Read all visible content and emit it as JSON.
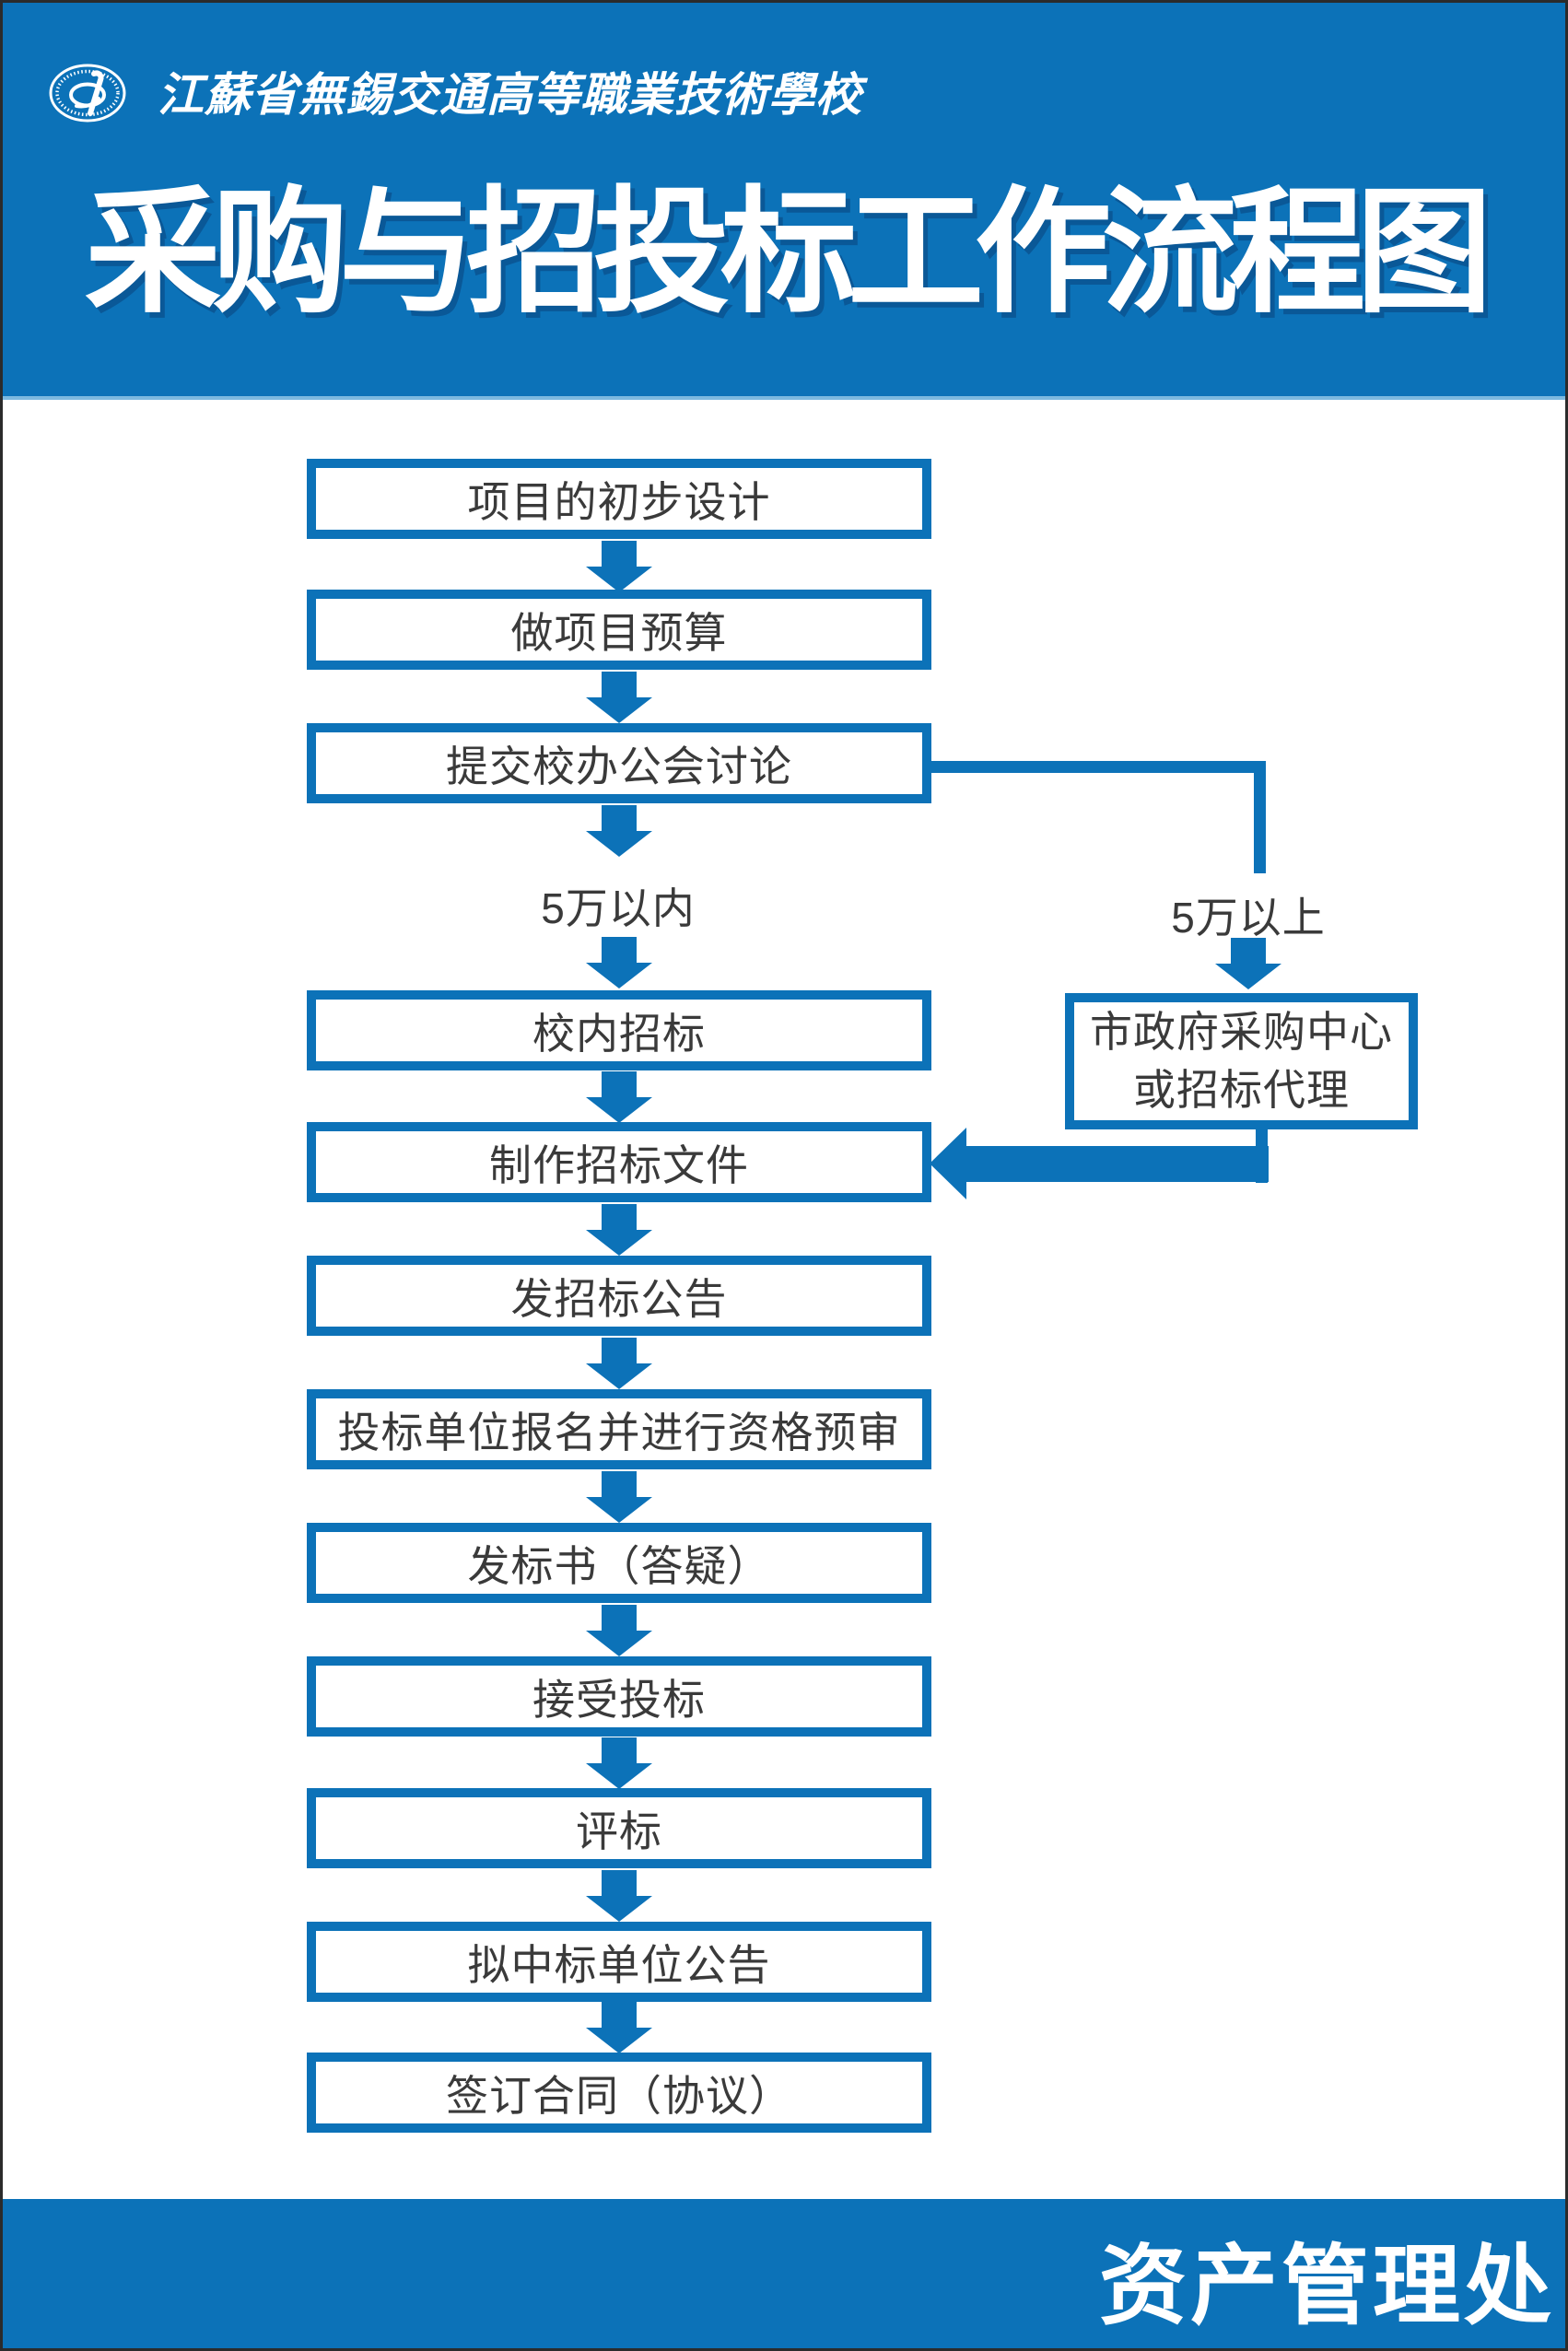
{
  "header": {
    "school_name": "江蘇省無錫交通高等職業技術學校",
    "title": "采购与招投标工作流程图",
    "logo": "school-emblem-icon"
  },
  "flow": {
    "steps": [
      "项目的初步设计",
      "做项目预算",
      "提交校办公会讨论",
      "校内招标",
      "制作招标文件",
      "发招标公告",
      "投标单位报名并进行资格预审",
      "发标书（答疑）",
      "接受投标",
      "评标",
      "拟中标单位公告",
      "签订合同（协议）"
    ],
    "branch_left_label": "5万以内",
    "branch_right_label": "5万以上",
    "agency_box_lines": [
      "市政府采购中心",
      "或招标代理"
    ]
  },
  "footer": {
    "department": "资产管理处"
  },
  "colors": {
    "primary_blue": "#0c72b8",
    "box_text": "#3a3a3a",
    "band_text": "#ffffff"
  }
}
